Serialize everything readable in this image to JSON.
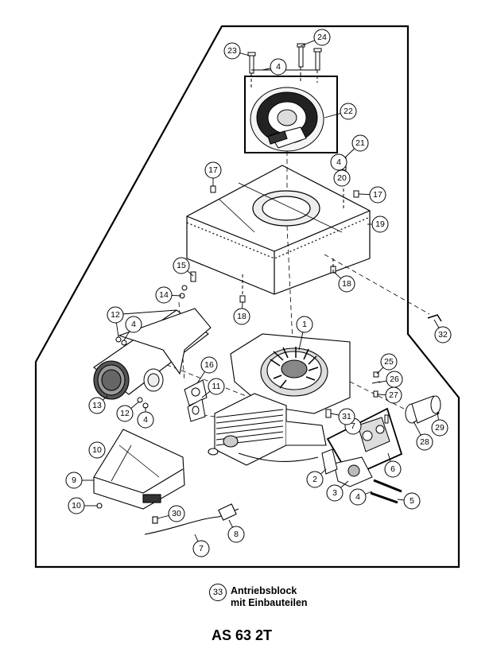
{
  "callouts": [
    "23",
    "24",
    "4",
    "22",
    "21",
    "4",
    "20",
    "17",
    "17",
    "19",
    "18",
    "15",
    "14",
    "18",
    "32",
    "12",
    "4",
    "1",
    "13",
    "16",
    "11",
    "25",
    "26",
    "27",
    "12",
    "4",
    "7",
    "31",
    "29",
    "28",
    "6",
    "10",
    "2",
    "9",
    "3",
    "4",
    "5",
    "10",
    "30",
    "8",
    "7"
  ],
  "assembly": {
    "number": "33",
    "label_line1": "Antriebsblock",
    "label_line2": "mit Einbauteilen"
  },
  "model": "AS 63 2T"
}
